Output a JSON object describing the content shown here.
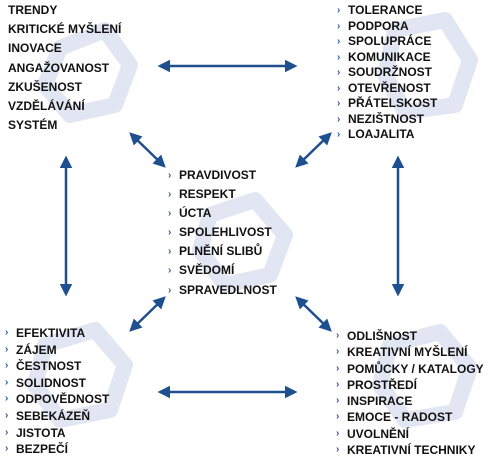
{
  "colors": {
    "arrow": "#1e4f8f",
    "bullet": "#2a5c9c",
    "text": "#111111",
    "watermark": "#dde3f0"
  },
  "top_left": {
    "items": [
      "TRENDY",
      "KRITICKÉ MYŠLENÍ",
      "INOVACE",
      "ANGAŽOVANOST",
      "ZKUŠENOST",
      "VZDĚLÁVÁNÍ",
      "SYSTÉM"
    ]
  },
  "top_right": {
    "items": [
      "TOLERANCE",
      "PODPORA",
      "SPOLUPRÁCE",
      "KOMUNIKACE",
      "SOUDRŽNOST",
      "OTEVŘENOST",
      "PŘÁTELSKOST",
      "NEZIŠTNOST",
      "LOAJALITA"
    ]
  },
  "center": {
    "items": [
      "PRAVDIVOST",
      "RESPEKT",
      "ÚCTA",
      "SPOLEHLIVOST",
      "PLNĚNÍ SLIBŮ",
      "SVĚDOMÍ",
      "SPRAVEDLNOST"
    ]
  },
  "bottom_left": {
    "items": [
      "EFEKTIVITA",
      "ZÁJEM",
      "ČESTNOST",
      "SOLIDNOST",
      "ODPOVĚDNOST",
      "SEBEKÁZEŇ",
      "JISTOTA",
      "BEZPEČÍ"
    ]
  },
  "bottom_right": {
    "items": [
      "ODLIŠNOST",
      "KREATIVNÍ MYŠLENÍ",
      "POMŮCKY / KATALOGY",
      "PROSTŘEDÍ",
      "INSPIRACE",
      "EMOCE - RADOST",
      "UVOLNĚNÍ",
      "KREATIVNÍ TECHNIKY"
    ]
  }
}
